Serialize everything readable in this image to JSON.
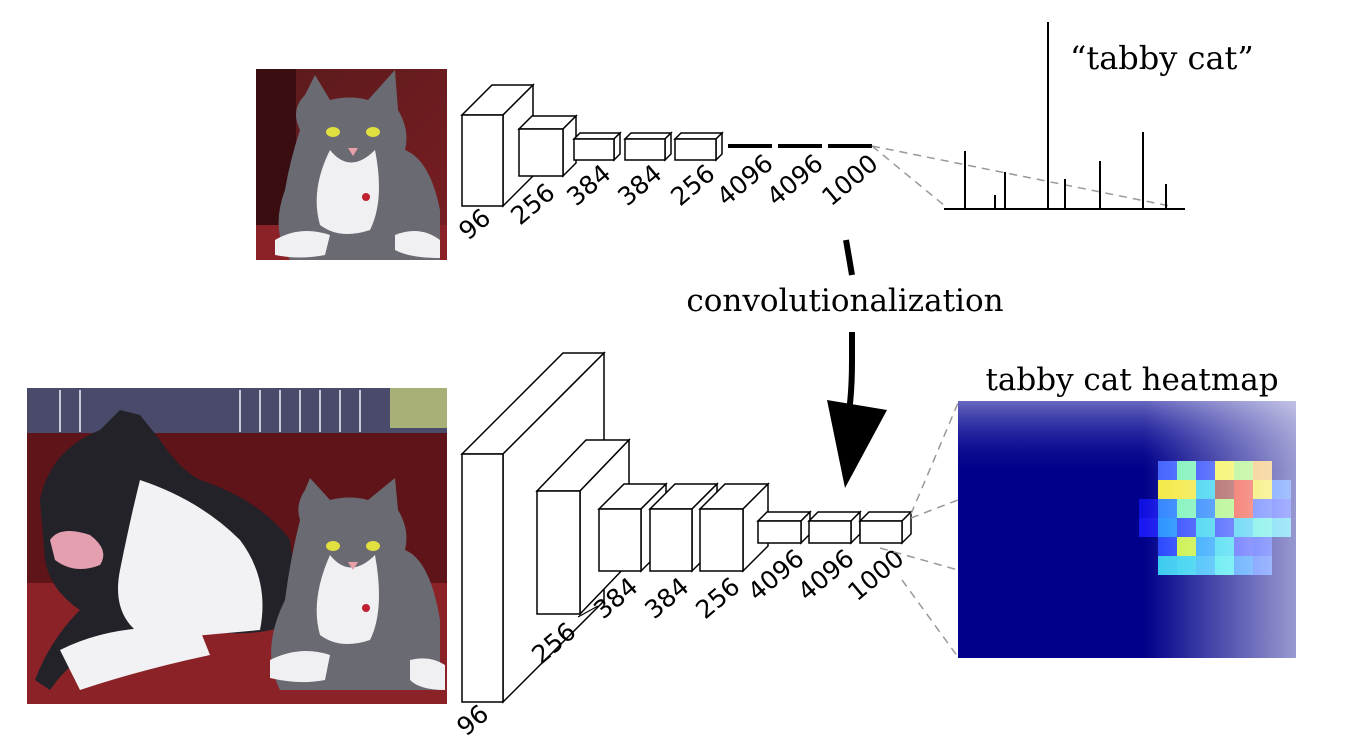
{
  "top": {
    "layer_labels": [
      "96",
      "256",
      "384",
      "384",
      "256",
      "4096",
      "4096",
      "1000"
    ],
    "output_caption": "“tabby cat”"
  },
  "middle": {
    "caption": "convolutionalization"
  },
  "bottom": {
    "layer_labels": [
      "96",
      "256",
      "384",
      "384",
      "256",
      "4096",
      "4096",
      "1000"
    ],
    "heatmap_caption": "tabby cat heatmap"
  },
  "images": {
    "top_photo": "cat-photo",
    "bottom_photo": "dog-and-cat-photo"
  }
}
